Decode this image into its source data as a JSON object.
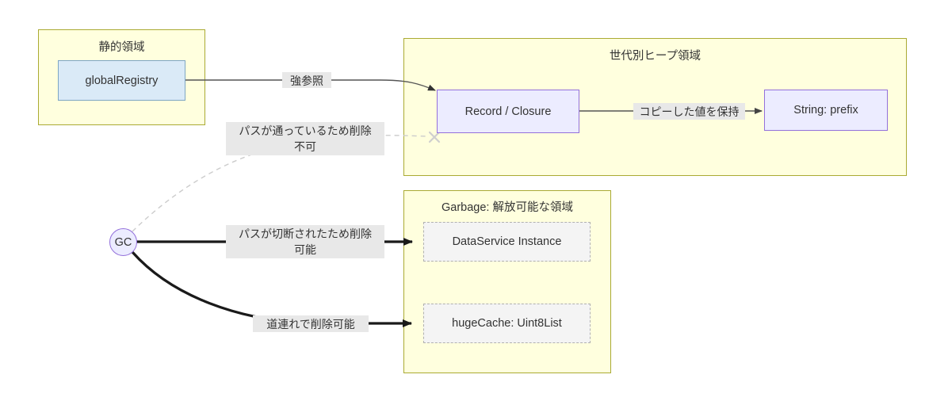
{
  "diagram": {
    "title_hidden": "",
    "clusters": [
      {
        "id": "static-area",
        "label": "静的領域"
      },
      {
        "id": "generational-heap",
        "label": "世代別ヒープ領域"
      },
      {
        "id": "garbage-area",
        "label": "Garbage: 解放可能な領域"
      }
    ],
    "nodes": [
      {
        "id": "global-registry",
        "label": "globalRegistry"
      },
      {
        "id": "record-closure",
        "label": "Record / Closure"
      },
      {
        "id": "string-prefix",
        "label": "String: prefix"
      },
      {
        "id": "gc",
        "label": "GC"
      },
      {
        "id": "data-service-instance",
        "label": "DataService Instance"
      },
      {
        "id": "huge-cache",
        "label": "hugeCache: Uint8List"
      }
    ],
    "edges": [
      {
        "id": "strong-reference",
        "label": "強参照",
        "from": "global-registry",
        "to": "record-closure"
      },
      {
        "id": "copy-retained",
        "label": "コピーした値を保持",
        "from": "record-closure",
        "to": "string-prefix"
      },
      {
        "id": "path-alive-no-delete",
        "label": "パスが通っているため削除\n不可",
        "from": "gc",
        "to": "record-closure"
      },
      {
        "id": "path-cut-deletable",
        "label": "パスが切断されたため削除\n可能",
        "from": "gc",
        "to": "data-service-instance"
      },
      {
        "id": "cascade-deletable",
        "label": "道連れで削除可能",
        "from": "gc",
        "to": "huge-cache"
      }
    ],
    "colors": {
      "cluster_fill": "#ffffde",
      "cluster_stroke": "#aaaa33",
      "node_blue_fill": "#daeaf7",
      "node_blue_stroke": "#7ea6c4",
      "node_purple_fill": "#ececff",
      "node_purple_stroke": "#9370db",
      "node_dashed_fill": "#f4f4f4",
      "node_dashed_stroke": "#b0b0b0",
      "edge_stroke": "#333333",
      "edge_label_bg": "#e8e8e8",
      "text": "#333333"
    }
  }
}
